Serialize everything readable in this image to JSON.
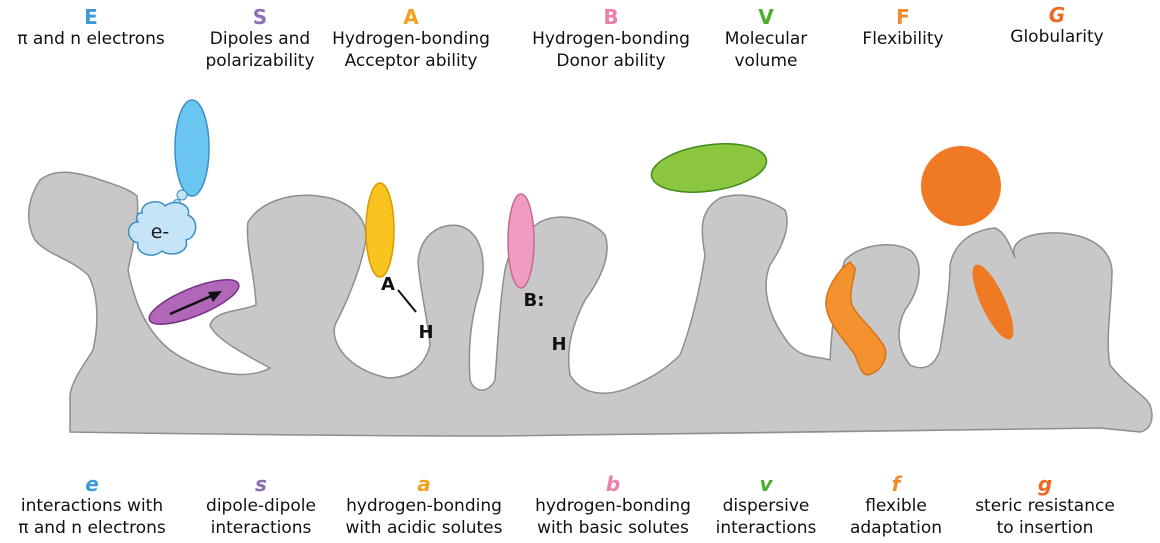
{
  "top": [
    {
      "letter": "E",
      "color": "#3d9ad8",
      "lines": [
        "π and n electrons",
        ""
      ]
    },
    {
      "letter": "S",
      "color": "#8a6fb5",
      "lines": [
        "Dipoles and",
        "polarizability"
      ]
    },
    {
      "letter": "A",
      "color": "#f4a11f",
      "lines": [
        "Hydrogen-bonding",
        "Acceptor ability"
      ]
    },
    {
      "letter": "B",
      "color": "#ec7fa8",
      "lines": [
        "Hydrogen-bonding",
        "Donor ability"
      ]
    },
    {
      "letter": "V",
      "color": "#4caf2f",
      "lines": [
        "Molecular",
        "volume"
      ]
    },
    {
      "letter": "F",
      "color": "#f28a2e",
      "lines": [
        "Flexibility",
        ""
      ]
    },
    {
      "letter": "G",
      "color": "#ee6a23",
      "lines": [
        "Globularity",
        ""
      ]
    }
  ],
  "bottom": [
    {
      "letter": "e",
      "color": "#3d9ad8",
      "lines": [
        "interactions with",
        "π and n electrons"
      ]
    },
    {
      "letter": "s",
      "color": "#8a6fb5",
      "lines": [
        "dipole-dipole",
        "interactions"
      ]
    },
    {
      "letter": "a",
      "color": "#f4a11f",
      "lines": [
        "hydrogen-bonding",
        "with acidic solutes"
      ]
    },
    {
      "letter": "b",
      "color": "#ec7fa8",
      "lines": [
        "hydrogen-bonding",
        "with basic solutes"
      ]
    },
    {
      "letter": "v",
      "color": "#4caf2f",
      "lines": [
        "dispersive",
        "interactions"
      ]
    },
    {
      "letter": "f",
      "color": "#f28a2e",
      "lines": [
        "flexible",
        "adaptation"
      ]
    },
    {
      "letter": "g",
      "color": "#ee6a23",
      "lines": [
        "steric resistance",
        "to insertion"
      ]
    }
  ],
  "labels": {
    "electron": "e-",
    "acceptor": "A",
    "acceptor_h": "H",
    "donor": "B:",
    "donor_h": "H"
  },
  "colors": {
    "surface": "#c8c8c8",
    "surface_stroke": "#8e8e8e",
    "e_ellipse": "#6cc6f2",
    "cloud": "#c5e4f8",
    "s_ellipse": "#b067b8",
    "a_ellipse": "#f9c320",
    "b_ellipse": "#f09bc0",
    "v_ellipse": "#8cc63f",
    "f_shape": "#f4922f",
    "g_circle": "#f07a24",
    "g_ellipse": "#f07a24"
  }
}
